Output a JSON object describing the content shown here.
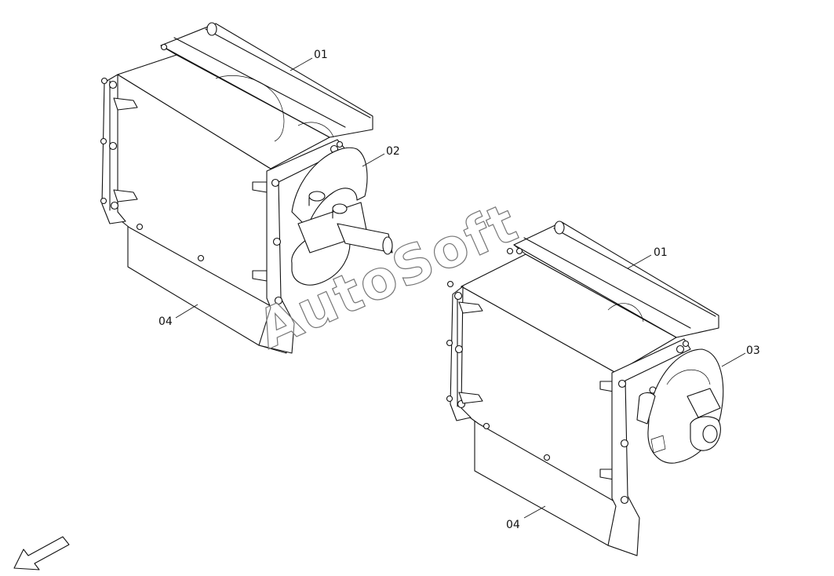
{
  "callouts": {
    "left_01": "01",
    "left_02": "02",
    "left_04": "04",
    "right_01": "01",
    "right_03": "03",
    "right_04": "04"
  },
  "watermark": {
    "text": "AutoSoft",
    "color": "#777777"
  },
  "orientation_arrow": {
    "icon": "direction-arrow-icon"
  }
}
